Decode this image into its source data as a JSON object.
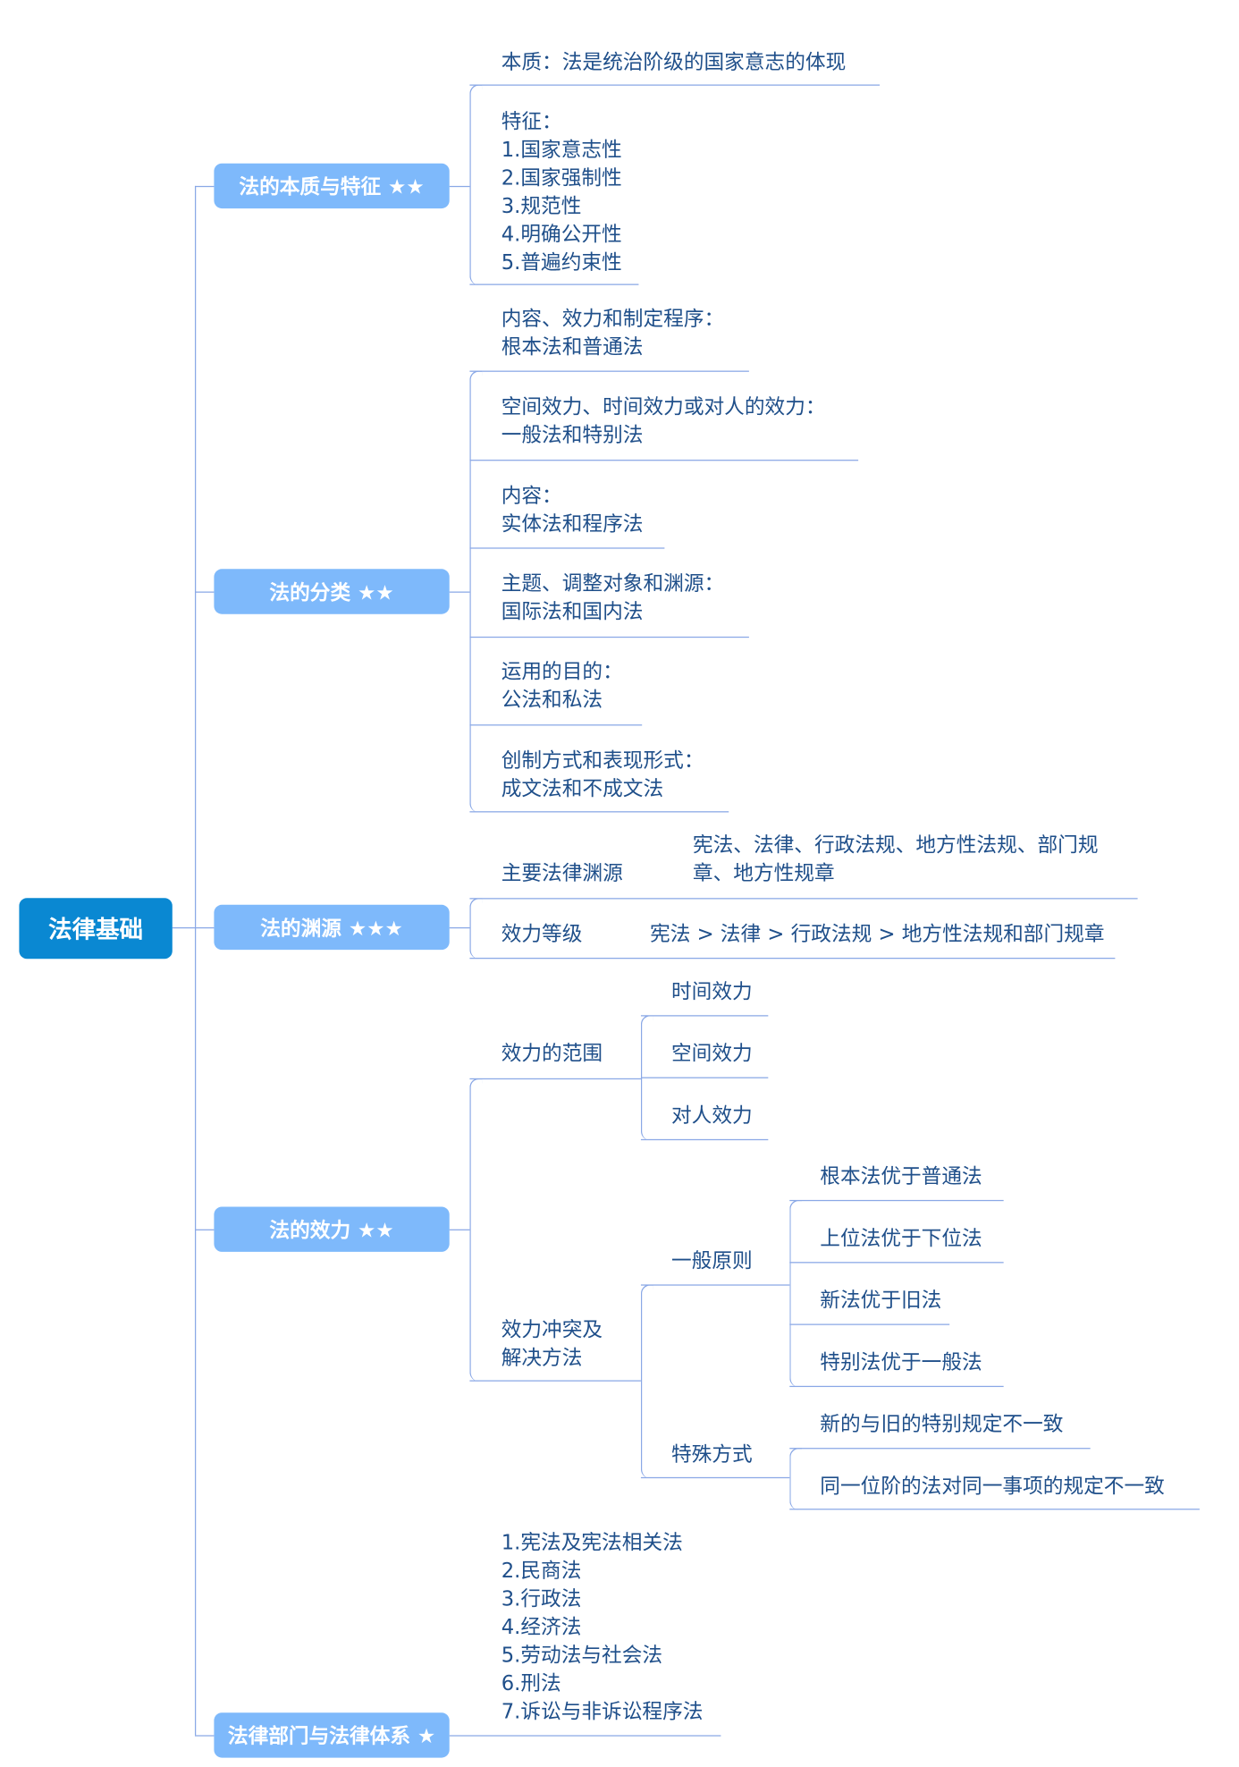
{
  "root": "法律基础",
  "branches": [
    {
      "label": "法的本质与特征 ★★",
      "leaves": [
        {
          "lines": [
            "本质：法是统治阶级的国家意志的体现"
          ]
        },
        {
          "lines": [
            "特征：",
            "1.国家意志性",
            "2.国家强制性",
            "3.规范性",
            "4.明确公开性",
            "5.普遍约束性"
          ]
        }
      ]
    },
    {
      "label": "法的分类 ★★",
      "leaves": [
        {
          "lines": [
            "内容、效力和制定程序：",
            "根本法和普通法"
          ]
        },
        {
          "lines": [
            "空间效力、时间效力或对人的效力：",
            "一般法和特别法"
          ]
        },
        {
          "lines": [
            "内容：",
            "实体法和程序法"
          ]
        },
        {
          "lines": [
            "主题、调整对象和渊源：",
            "国际法和国内法"
          ]
        },
        {
          "lines": [
            "运用的目的：",
            "公法和私法"
          ]
        },
        {
          "lines": [
            "创制方式和表现形式：",
            "成文法和不成文法"
          ]
        }
      ]
    },
    {
      "label": "法的渊源 ★★★",
      "leaves": [
        {
          "label": "主要法律渊源",
          "value": [
            "宪法、法律、行政法规、地方性法规、部门规",
            "章、地方性规章"
          ]
        },
        {
          "label": "效力等级",
          "value": [
            "宪法 > 法律 > 行政法规 > 地方性法规和部门规章"
          ]
        }
      ]
    },
    {
      "label": "法的效力 ★★",
      "scope": {
        "label": "效力的范围",
        "items": [
          "时间效力",
          "空间效力",
          "对人效力"
        ]
      },
      "conflict": {
        "lines": [
          "效力冲突及",
          "解决方法"
        ],
        "general": {
          "label": "一般原则",
          "items": [
            "根本法优于普通法",
            "上位法优于下位法",
            "新法优于旧法",
            "特别法优于一般法"
          ]
        },
        "special": {
          "label": "特殊方式",
          "items": [
            "新的与旧的特别规定不一致",
            "同一位阶的法对同一事项的规定不一致"
          ]
        }
      }
    },
    {
      "label": "法律部门与法律体系 ★",
      "leaves": [
        {
          "lines": [
            "1.宪法及宪法相关法",
            "2.民商法",
            "3.行政法",
            "4.经济法",
            "5.劳动法与社会法",
            "6.刑法",
            "7.诉讼与非诉讼程序法"
          ]
        }
      ]
    }
  ],
  "colors": {
    "root": "#0a88d2",
    "branch": "#7eb9fb",
    "text": "#1f4f8a",
    "line": "#8aa8e6"
  }
}
